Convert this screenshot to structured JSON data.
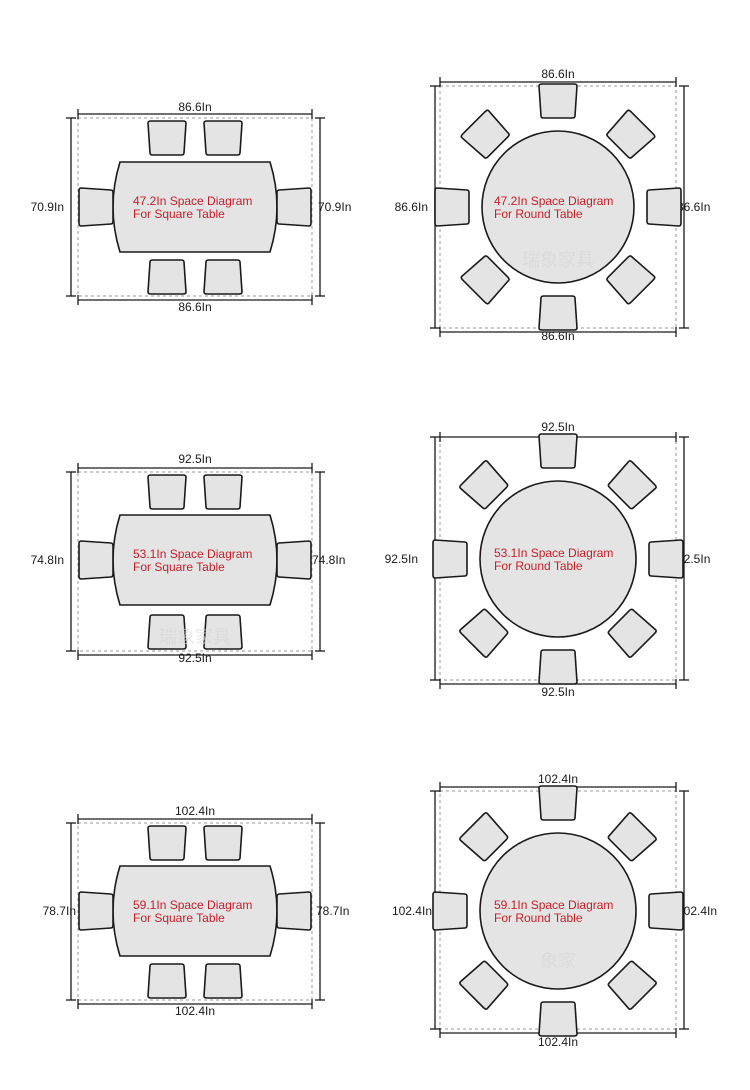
{
  "diagrams": [
    {
      "shape": "square",
      "label_line1": "47.2In Space Diagram",
      "label_line2": "For Square Table",
      "top_dim": "86.6In",
      "bottom_dim": "86.6In",
      "left_dim": "70.9In",
      "right_dim": "70.9In",
      "watermark": ""
    },
    {
      "shape": "round",
      "label_line1": "47.2In Space Diagram",
      "label_line2": "For Round Table",
      "top_dim": "86.6In",
      "bottom_dim": "86.6In",
      "left_dim": "86.6In",
      "right_dim": "86.6In",
      "watermark": "瑞象家具"
    },
    {
      "shape": "square",
      "label_line1": "53.1In Space Diagram",
      "label_line2": "For Square Table",
      "top_dim": "92.5In",
      "bottom_dim": "92.5In",
      "left_dim": "74.8In",
      "right_dim": "74.8In",
      "watermark": "瑞象家具"
    },
    {
      "shape": "round",
      "label_line1": "53.1In Space Diagram",
      "label_line2": "For Round Table",
      "top_dim": "92.5In",
      "bottom_dim": "92.5In",
      "left_dim": "92.5In",
      "right_dim": "92.5In",
      "watermark": ""
    },
    {
      "shape": "square",
      "label_line1": "59.1In Space Diagram",
      "label_line2": "For Square Table",
      "top_dim": "102.4In",
      "bottom_dim": "102.4In",
      "left_dim": "78.7In",
      "right_dim": "78.7In",
      "watermark": ""
    },
    {
      "shape": "round",
      "label_line1": "59.1In Space Diagram",
      "label_line2": "For Round Table",
      "top_dim": "102.4In",
      "bottom_dim": "102.4In",
      "left_dim": "102.4In",
      "right_dim": "102.4In",
      "watermark": "象家"
    }
  ],
  "colors": {
    "label": "#c81e2a",
    "fill": "#e4e4e4",
    "stroke": "#1a1a1a",
    "dash": "#9a9a9a"
  }
}
